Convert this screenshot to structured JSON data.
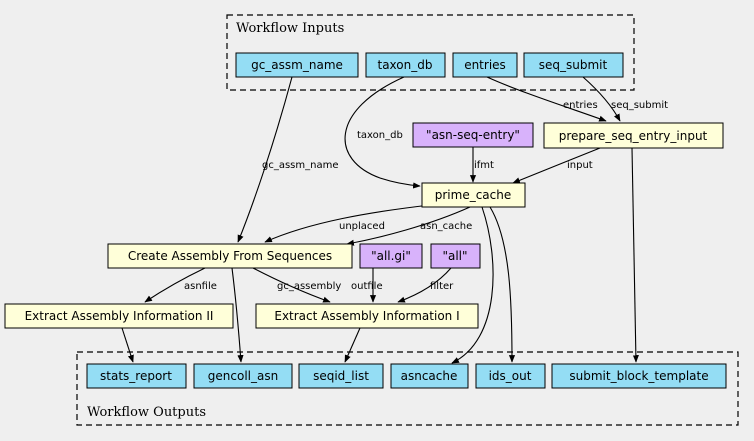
{
  "clusters": {
    "inputs": "Workflow Inputs",
    "outputs": "Workflow Outputs"
  },
  "colors": {
    "background": "#efefef",
    "io_node": "#94ddf4",
    "step_node": "#ffffd9",
    "literal_node": "#d8b2fb",
    "stroke": "#000000"
  },
  "nodes": {
    "gc_assm_name": "gc_assm_name",
    "taxon_db": "taxon_db",
    "entries": "entries",
    "seq_submit": "seq_submit",
    "asn_seq_entry": "\"asn-seq-entry\"",
    "prepare_seq_entry_input": "prepare_seq_entry_input",
    "prime_cache": "prime_cache",
    "create_assembly": "Create Assembly From Sequences",
    "all_gi": "\"all.gi\"",
    "all": "\"all\"",
    "extract_ii": "Extract Assembly Information II",
    "extract_i": "Extract Assembly Information I",
    "stats_report": "stats_report",
    "gencoll_asn": "gencoll_asn",
    "seqid_list": "seqid_list",
    "asncache": "asncache",
    "ids_out": "ids_out",
    "submit_block_template": "submit_block_template"
  },
  "edge_labels": {
    "entries": "entries",
    "seq_submit": "seq_submit",
    "taxon_db": "taxon_db",
    "ifmt": "ifmt",
    "input": "input",
    "gc_assm_name": "gc_assm_name",
    "unplaced": "unplaced",
    "asn_cache": "asn_cache",
    "asnfile": "asnfile",
    "gc_assembly": "gc_assembly",
    "outfile": "outfile",
    "filter": "filter"
  }
}
